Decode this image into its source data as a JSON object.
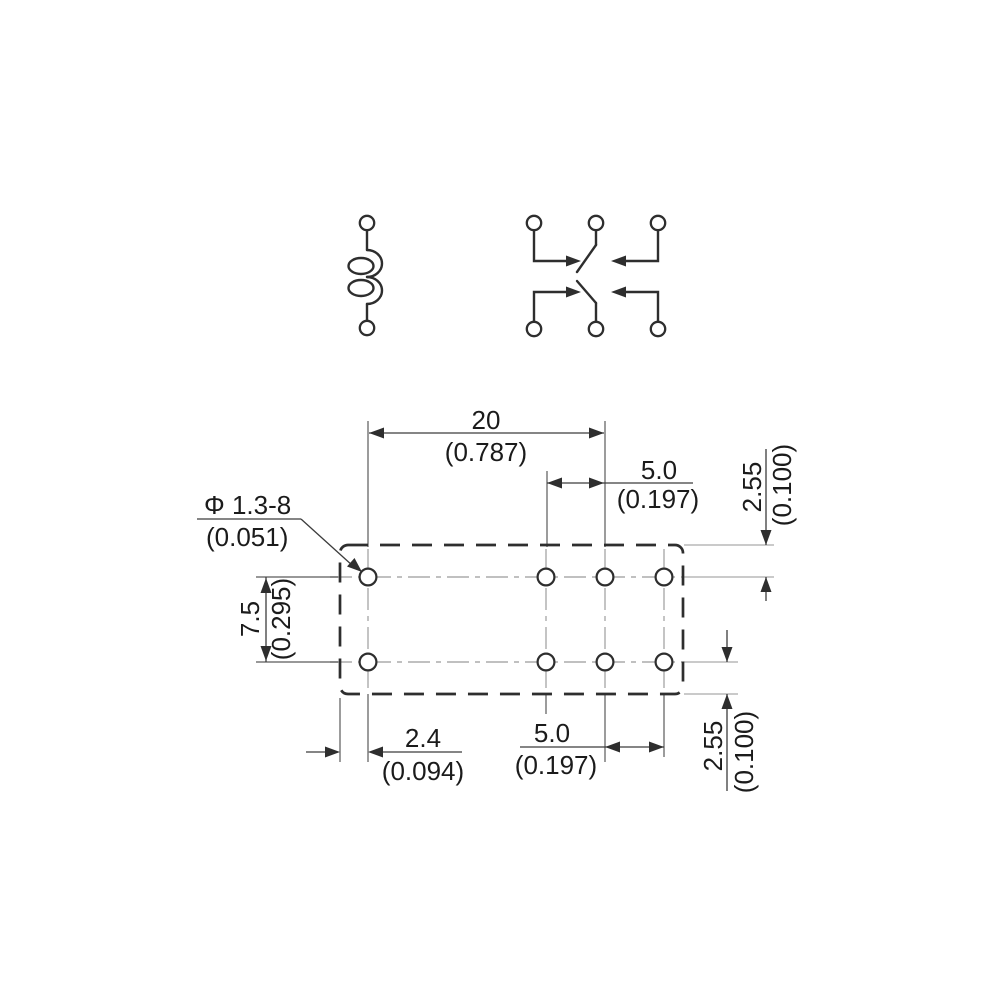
{
  "page": {
    "background": "#ffffff"
  },
  "colors": {
    "geometry_line": "#2e2e2e",
    "dimension_line": "#3c3c3c",
    "centerline": "#ababab",
    "text": "#1b1b1b"
  },
  "schematic": {
    "coil_symbol": "relay-coil",
    "contact_symbol": "dpdt-contacts",
    "coil_terminals": 2,
    "contact_terminals": 6
  },
  "footprint": {
    "outline_style": "dashed-rounded-rectangle",
    "hole_rows": 2,
    "hole_columns": 4,
    "hole_count": 8
  },
  "dimensions": {
    "span_20": {
      "mm": "20",
      "inch": "(0.787)"
    },
    "pitch_top_5": {
      "mm": "5.0",
      "inch": "(0.197)"
    },
    "offset_top_2_55": {
      "mm": "2.55",
      "inch": "(0.100)"
    },
    "row_spacing_7_5": {
      "mm": "7.5",
      "inch": "(0.295)"
    },
    "hole_diameter": {
      "label": "Φ 1.3-8",
      "inch": "(0.051)"
    },
    "edge_offset_2_4": {
      "mm": "2.4",
      "inch": "(0.094)"
    },
    "pitch_bottom_5": {
      "mm": "5.0",
      "inch": "(0.197)"
    },
    "offset_bottom_2_55": {
      "mm": "2.55",
      "inch": "(0.100)"
    }
  }
}
